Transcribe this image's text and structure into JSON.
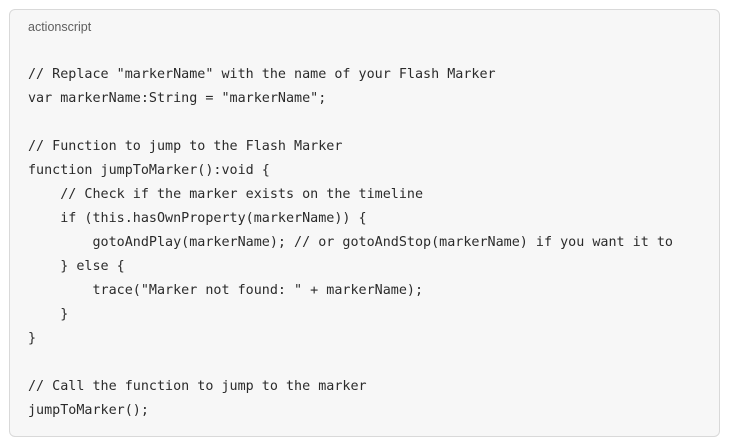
{
  "code_block": {
    "language": "actionscript",
    "lines": [
      "// Replace \"markerName\" with the name of your Flash Marker",
      "var markerName:String = \"markerName\";",
      "",
      "// Function to jump to the Flash Marker",
      "function jumpToMarker():void {",
      "    // Check if the marker exists on the timeline",
      "    if (this.hasOwnProperty(markerName)) {",
      "        gotoAndPlay(markerName); // or gotoAndStop(markerName) if you want it to",
      "    } else {",
      "        trace(\"Marker not found: \" + markerName);",
      "    }",
      "}",
      "",
      "// Call the function to jump to the marker",
      "jumpToMarker();"
    ]
  }
}
